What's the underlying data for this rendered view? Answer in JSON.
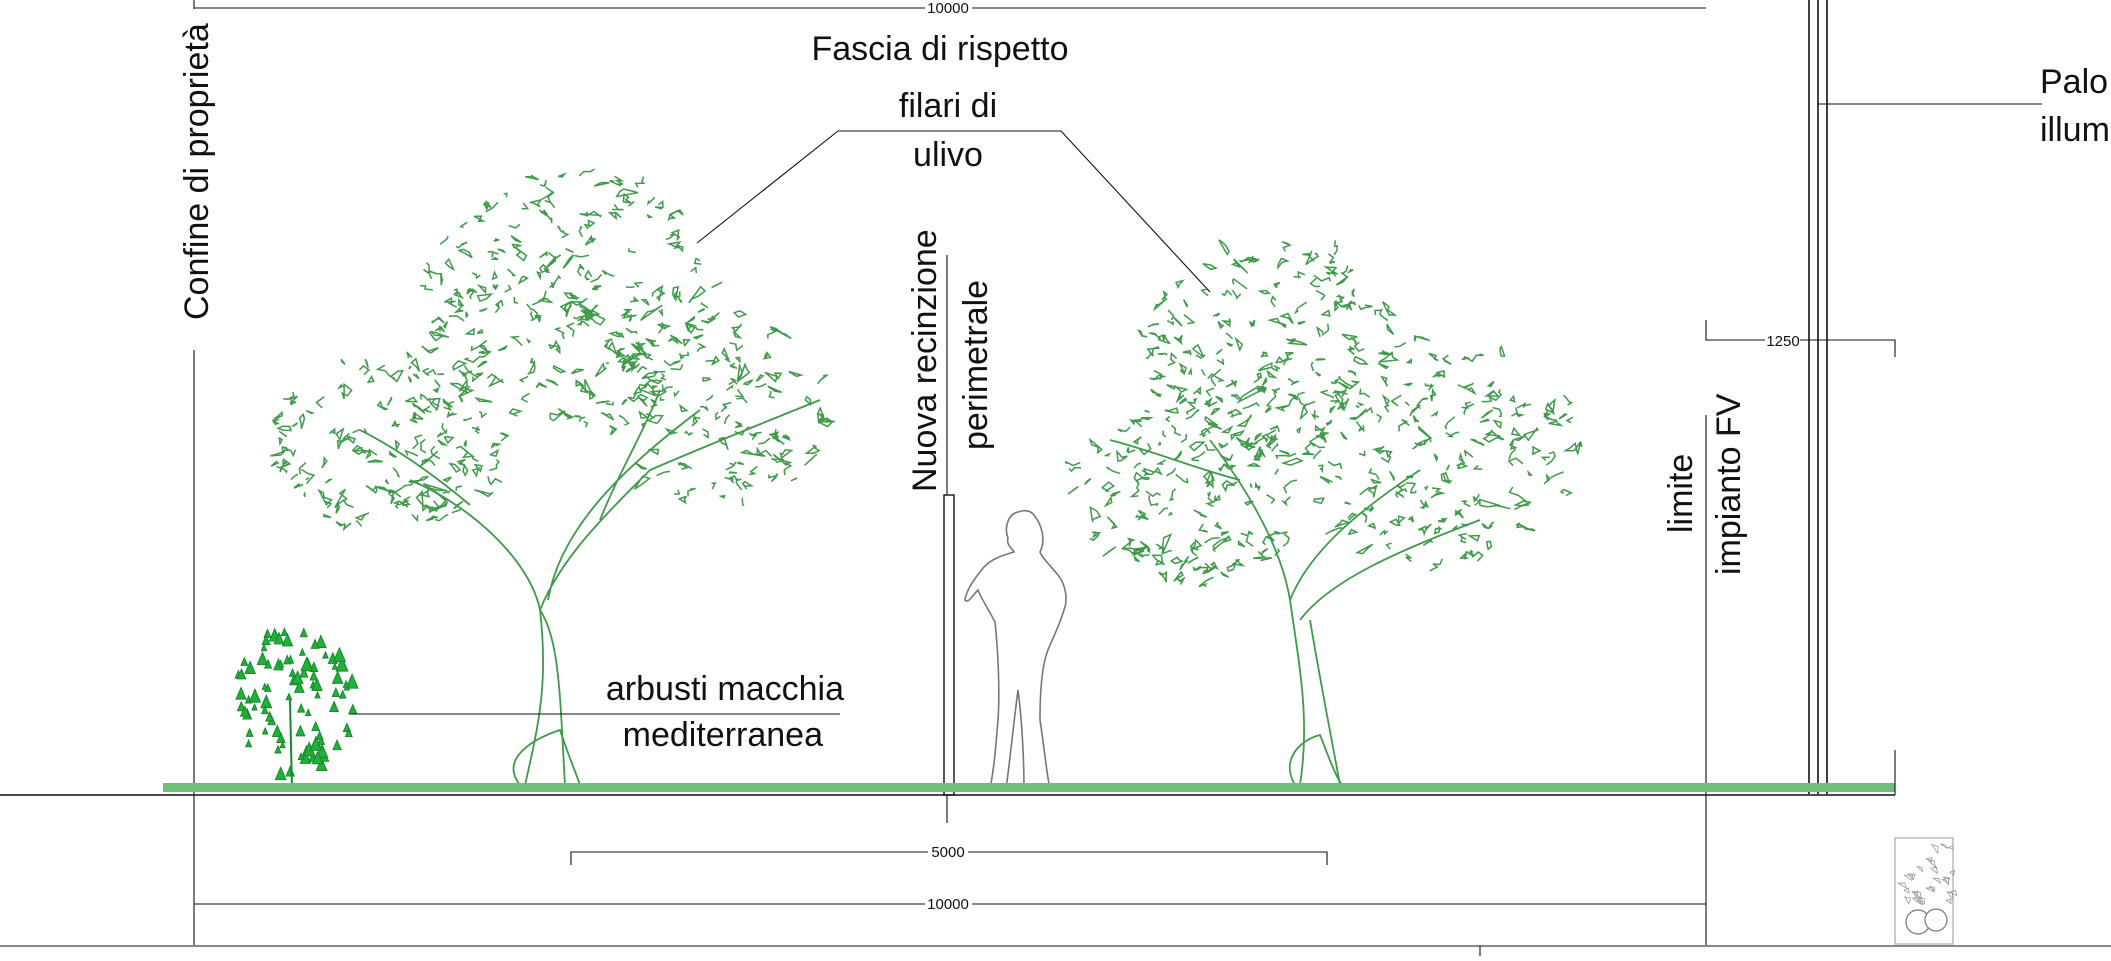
{
  "labels": {
    "fascia": "Fascia di rispetto",
    "filari_line1": "filari di",
    "filari_line2": "ulivo",
    "confine": "Confine di proprietà",
    "recinzione_line1": "Nuova recinzione",
    "recinzione_line2": "perimetrale",
    "limite_line1": "limite",
    "limite_line2": "impianto FV",
    "arbusti_line1": "arbusti macchia",
    "arbusti_line2": "mediterranea",
    "palo_line1": "Palo",
    "palo_line2": "illumi"
  },
  "dimensions": {
    "top": "10000",
    "mid": "5000",
    "bottom": "10000",
    "side": "1250"
  },
  "colors": {
    "ground": "#6cc07a",
    "foliage": "#3f9a4a",
    "shrub": "#21b03a",
    "line": "#111111"
  }
}
